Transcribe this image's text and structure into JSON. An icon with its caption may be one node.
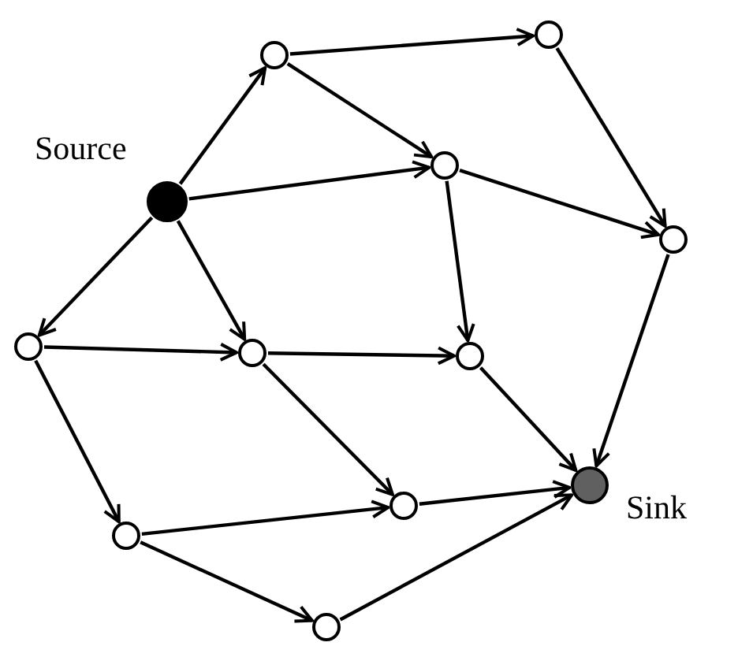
{
  "diagram": {
    "nodes": [
      {
        "text": [],
        "shape": "circle",
        "beside": [
          "Source"
        ]
      },
      {
        "text": [],
        "shape": "circle"
      },
      {
        "text": [],
        "shape": "circle"
      },
      {
        "text": [],
        "shape": "circle"
      },
      {
        "text": [],
        "shape": "circle"
      },
      {
        "text": [],
        "shape": "circle"
      },
      {
        "text": [],
        "shape": "circle"
      },
      {
        "text": [],
        "shape": "circle"
      },
      {
        "text": [],
        "shape": "circle",
        "beside": [
          "Sink"
        ]
      },
      {
        "text": [],
        "shape": "circle"
      },
      {
        "text": [],
        "shape": "circle"
      },
      {
        "text": [],
        "shape": "circle"
      }
    ],
    "edges": [
      {
        "from": 0,
        "to": 1,
        "arrow": "to"
      },
      {
        "from": 0,
        "to": 3,
        "arrow": "to"
      },
      {
        "from": 0,
        "to": 5,
        "arrow": "to"
      },
      {
        "from": 0,
        "to": 6,
        "arrow": "to"
      },
      {
        "from": 1,
        "to": 2,
        "arrow": "to"
      },
      {
        "from": 1,
        "to": 3,
        "arrow": "to"
      },
      {
        "from": 2,
        "to": 4,
        "arrow": "to"
      },
      {
        "from": 3,
        "to": 4,
        "arrow": "to"
      },
      {
        "from": 3,
        "to": 7,
        "arrow": "to"
      },
      {
        "from": 4,
        "to": 8,
        "arrow": "to"
      },
      {
        "from": 5,
        "to": 6,
        "arrow": "to"
      },
      {
        "from": 5,
        "to": 10,
        "arrow": "to"
      },
      {
        "from": 6,
        "to": 7,
        "arrow": "to"
      },
      {
        "from": 6,
        "to": 9,
        "arrow": "to"
      },
      {
        "from": 7,
        "to": 8,
        "arrow": "to"
      },
      {
        "from": 9,
        "to": 8,
        "arrow": "to"
      },
      {
        "from": 10,
        "to": 9,
        "arrow": "to"
      },
      {
        "from": 10,
        "to": 11,
        "arrow": "to"
      },
      {
        "from": 11,
        "to": 8,
        "arrow": "to"
      }
    ]
  }
}
